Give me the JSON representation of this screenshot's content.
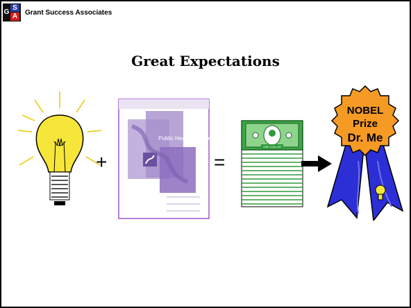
{
  "header": {
    "logo": {
      "g": "G",
      "s": "S",
      "a": "A"
    },
    "company": "Grant Success Associates"
  },
  "slide": {
    "title": "Great Expectations",
    "plus": "+",
    "equals": "=",
    "cover_title": "Public Health Service Grant",
    "bill_text": "ONE DOLLAR",
    "ribbon": {
      "line1": "NOBEL",
      "line2": "Prize",
      "line3": "Dr. Me"
    }
  },
  "colors": {
    "bulb": "#f6e63a",
    "cover_purple": "#8c6fbf",
    "money_green": "#2f9a3a",
    "ribbon_blue": "#2c2fd6",
    "badge_orange": "#f59a25"
  },
  "icons": [
    "lightbulb-icon",
    "grant-cover-icon",
    "money-stack-icon",
    "arrow-right-icon",
    "award-ribbon-icon"
  ]
}
